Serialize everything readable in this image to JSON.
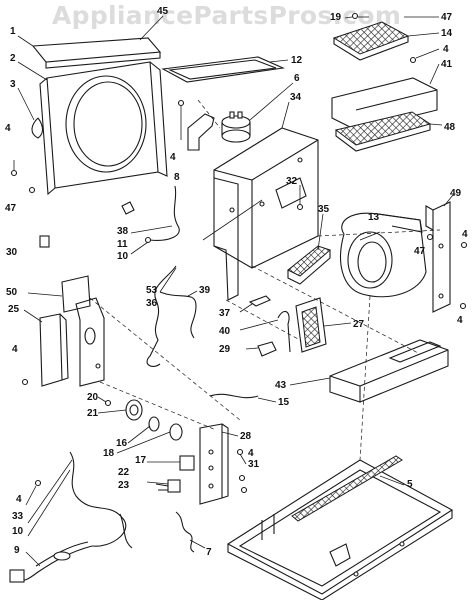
{
  "watermark": "AppliancePartsPros.com",
  "callouts": [
    {
      "id": "c1",
      "text": "1"
    },
    {
      "id": "c45",
      "text": "45"
    },
    {
      "id": "c2",
      "text": "2"
    },
    {
      "id": "c3",
      "text": "3"
    },
    {
      "id": "c4a",
      "text": "4"
    },
    {
      "id": "c47a",
      "text": "47"
    },
    {
      "id": "c19",
      "text": "19"
    },
    {
      "id": "c47b",
      "text": "47"
    },
    {
      "id": "c14",
      "text": "14"
    },
    {
      "id": "c4b",
      "text": "4"
    },
    {
      "id": "c41",
      "text": "41"
    },
    {
      "id": "c12",
      "text": "12"
    },
    {
      "id": "c6",
      "text": "6"
    },
    {
      "id": "c34",
      "text": "34"
    },
    {
      "id": "c4c",
      "text": "4"
    },
    {
      "id": "c8",
      "text": "8"
    },
    {
      "id": "c48",
      "text": "48"
    },
    {
      "id": "c32",
      "text": "32"
    },
    {
      "id": "c38",
      "text": "38"
    },
    {
      "id": "c11",
      "text": "11"
    },
    {
      "id": "c10a",
      "text": "10"
    },
    {
      "id": "c35",
      "text": "35"
    },
    {
      "id": "c13",
      "text": "13"
    },
    {
      "id": "c49",
      "text": "49"
    },
    {
      "id": "c4d",
      "text": "4"
    },
    {
      "id": "c47c",
      "text": "47"
    },
    {
      "id": "c30",
      "text": "30"
    },
    {
      "id": "c50",
      "text": "50"
    },
    {
      "id": "c53",
      "text": "53"
    },
    {
      "id": "c36",
      "text": "36"
    },
    {
      "id": "c39",
      "text": "39"
    },
    {
      "id": "c25",
      "text": "25"
    },
    {
      "id": "c37",
      "text": "37"
    },
    {
      "id": "c40",
      "text": "40"
    },
    {
      "id": "c27",
      "text": "27"
    },
    {
      "id": "c4e",
      "text": "4"
    },
    {
      "id": "c4f",
      "text": "4"
    },
    {
      "id": "c29",
      "text": "29"
    },
    {
      "id": "c43",
      "text": "43"
    },
    {
      "id": "c15",
      "text": "15"
    },
    {
      "id": "c20",
      "text": "20"
    },
    {
      "id": "c21",
      "text": "21"
    },
    {
      "id": "c16",
      "text": "16"
    },
    {
      "id": "c18",
      "text": "18"
    },
    {
      "id": "c28",
      "text": "28"
    },
    {
      "id": "c17",
      "text": "17"
    },
    {
      "id": "c4g",
      "text": "4"
    },
    {
      "id": "c22",
      "text": "22"
    },
    {
      "id": "c31",
      "text": "31"
    },
    {
      "id": "c23",
      "text": "23"
    },
    {
      "id": "c4h",
      "text": "4"
    },
    {
      "id": "c33",
      "text": "33"
    },
    {
      "id": "c10b",
      "text": "10"
    },
    {
      "id": "c5",
      "text": "5"
    },
    {
      "id": "c9",
      "text": "9"
    },
    {
      "id": "c7",
      "text": "7"
    }
  ]
}
